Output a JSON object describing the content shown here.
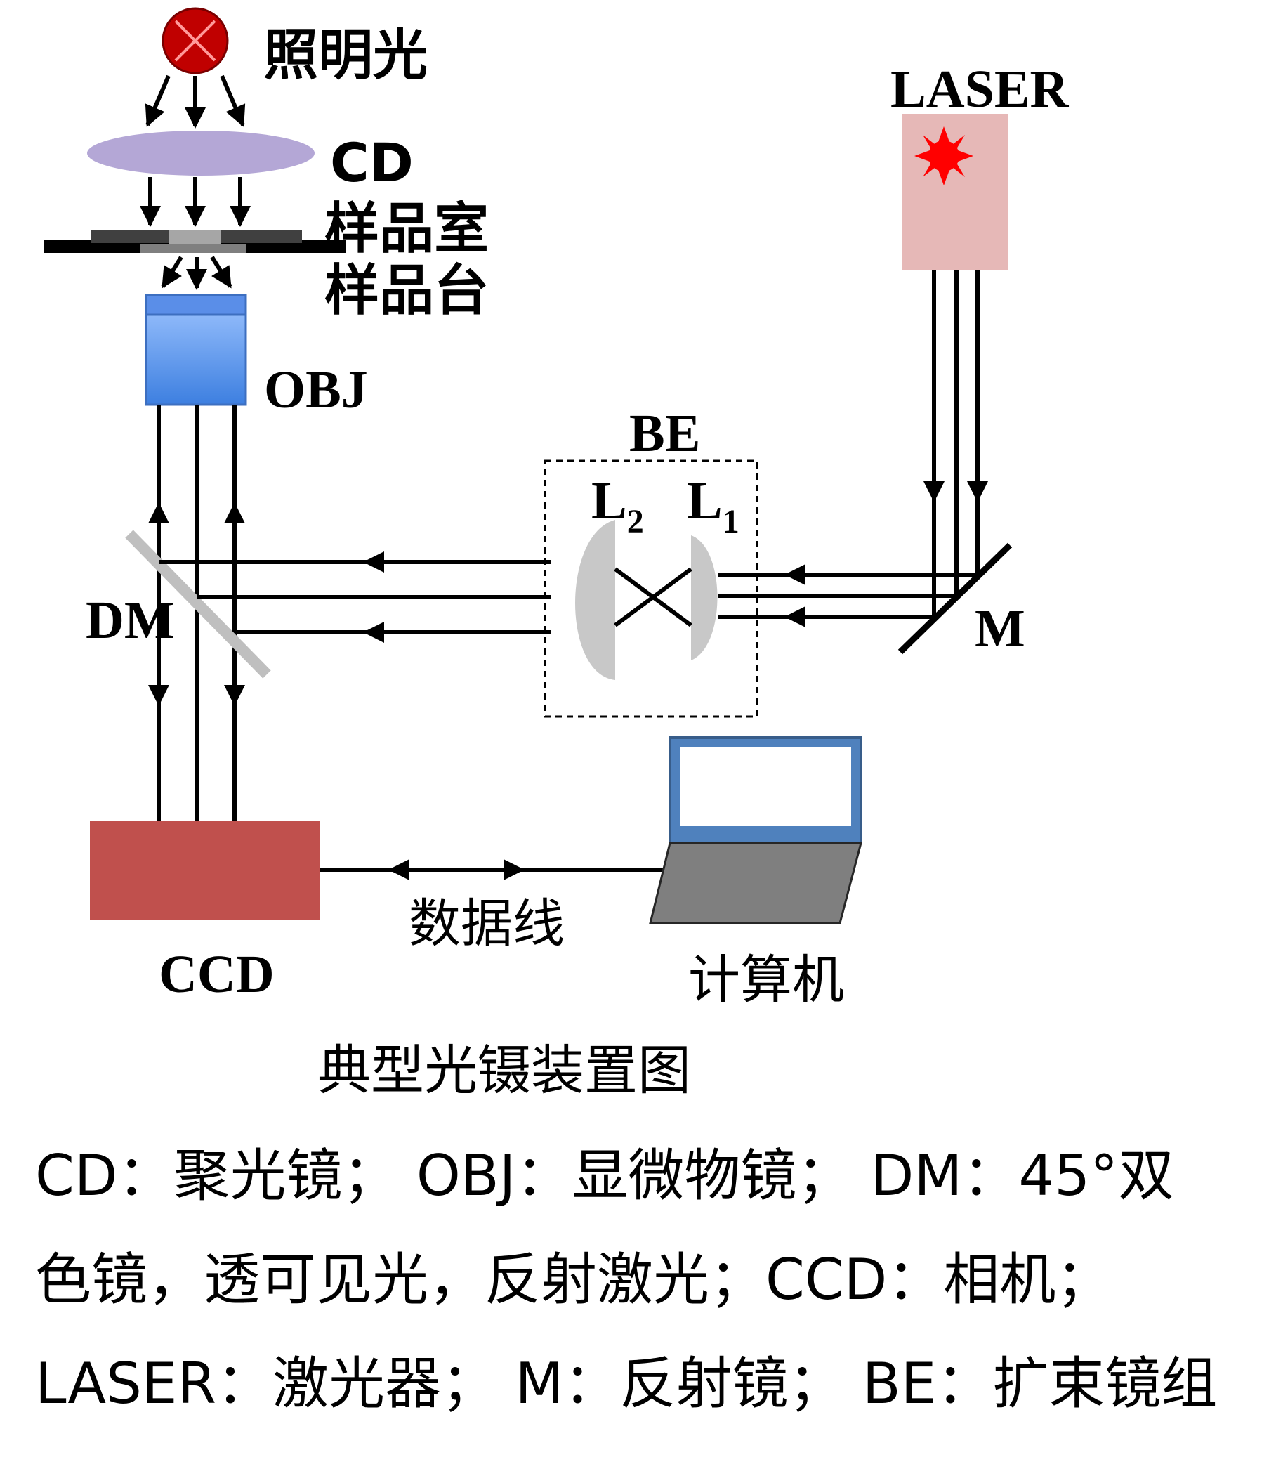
{
  "labels": {
    "illumination": "照明光",
    "cd": "CD",
    "sample_chamber": "样品室",
    "sample_stage": "样品台",
    "laser": "LASER",
    "obj": "OBJ",
    "be": "BE",
    "l2_main": "L",
    "l2_sub": "2",
    "l1_main": "L",
    "l1_sub": "1",
    "dm": "DM",
    "m": "M",
    "ccd": "CCD",
    "data_line": "数据线",
    "computer": "计算机",
    "caption": "典型光镊装置图"
  },
  "legend": {
    "line1": "CD：聚光镜；  OBJ：显微物镜；  DM：45°双",
    "line2": "色镜，透可见光，反射激光；CCD：相机；",
    "line3": "LASER：激光器；  M：反射镜；  BE：扩束镜组"
  },
  "colors": {
    "lamp": "#c00000",
    "condenser": "#b4a7d6",
    "objective": "#6fa8ff",
    "laser_box": "#e6b8b7",
    "laser_star": "#ff0000",
    "ccd": "#c0504d",
    "lens": "#c8c8c8",
    "laptop_screen": "#4f81bd",
    "laptop_base": "#7f7f7f"
  }
}
